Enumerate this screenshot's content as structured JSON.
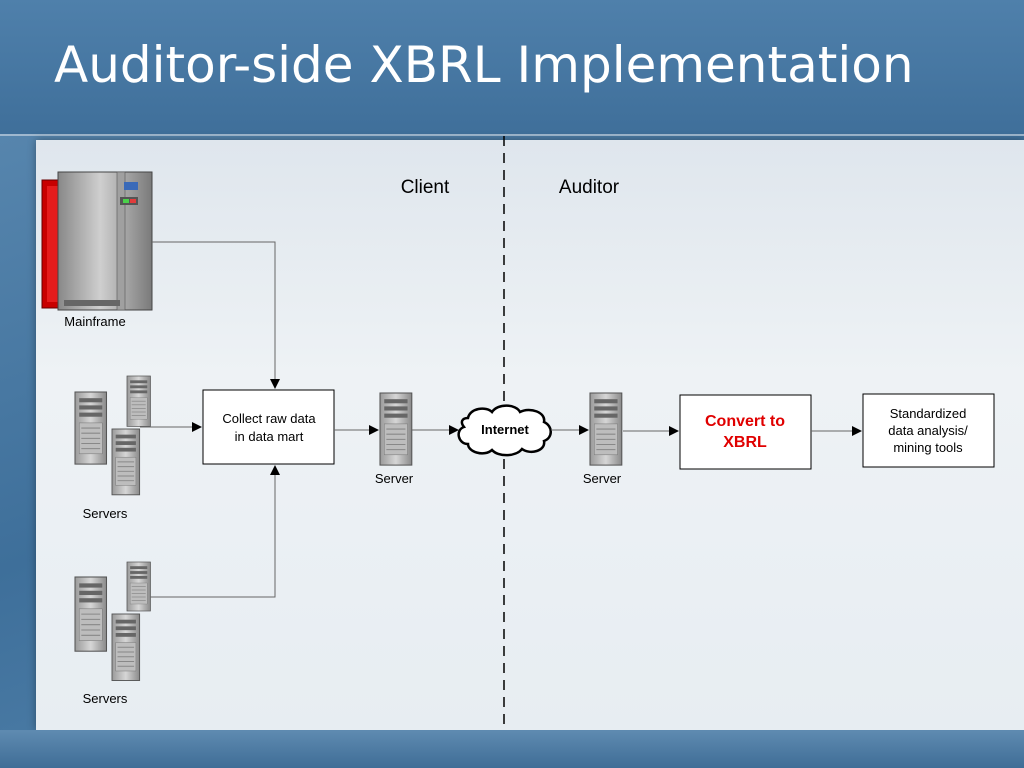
{
  "slide": {
    "title": "Auditor-side XBRL Implementation"
  },
  "zones": {
    "client": "Client",
    "auditor": "Auditor"
  },
  "nodes": {
    "mainframe": "Mainframe",
    "servers_top": "Servers",
    "servers_bottom": "Servers",
    "collect_line1": "Collect raw data",
    "collect_line2": "in data mart",
    "server_client": "Server",
    "internet": "Internet",
    "server_auditor": "Server",
    "convert_line1": "Convert to",
    "convert_line2": "XBRL",
    "tools_line1": "Standardized",
    "tools_line2": "data analysis/",
    "tools_line3": "mining tools"
  },
  "colors": {
    "title_bar": "#4a7aa5",
    "convert_text": "#e00000",
    "mainframe_red": "#d10000"
  }
}
